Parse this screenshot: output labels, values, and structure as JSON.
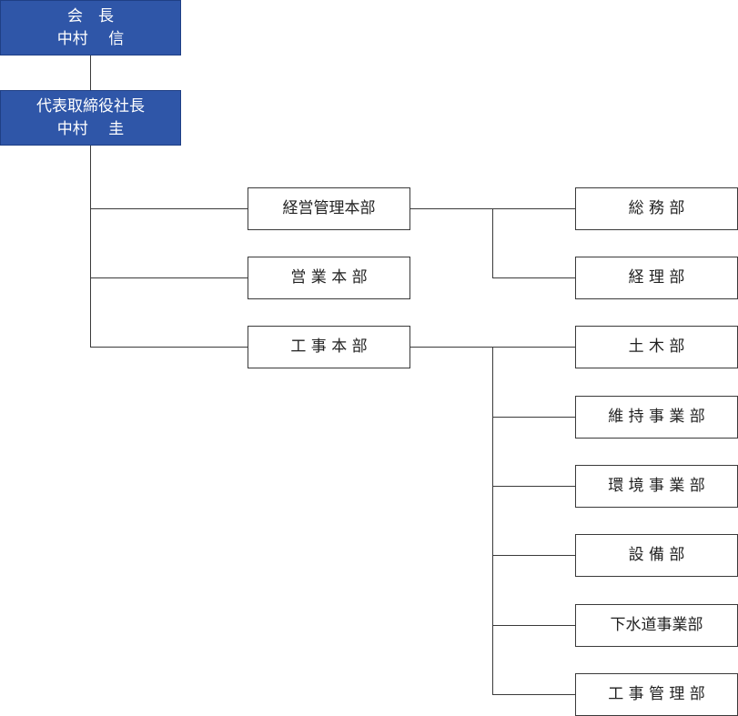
{
  "chairman": {
    "title": "会　長",
    "name": "中村　 信"
  },
  "president": {
    "title": "代表取締役社長",
    "name": "中村　 圭"
  },
  "divisions": [
    {
      "label": "経営管理本部"
    },
    {
      "label": "営 業 本 部"
    },
    {
      "label": "工 事 本 部"
    }
  ],
  "departments": {
    "management": [
      {
        "label": "総 務 部"
      },
      {
        "label": "経 理 部"
      }
    ],
    "construction": [
      {
        "label": "土 木 部"
      },
      {
        "label": "維 持 事 業 部"
      },
      {
        "label": "環 境 事 業 部"
      },
      {
        "label": "設 備 部"
      },
      {
        "label": "下水道事業部"
      },
      {
        "label": "工 事 管 理 部"
      }
    ]
  },
  "colors": {
    "exec_fill": "#2f56a8",
    "line": "#3a3a3a"
  }
}
